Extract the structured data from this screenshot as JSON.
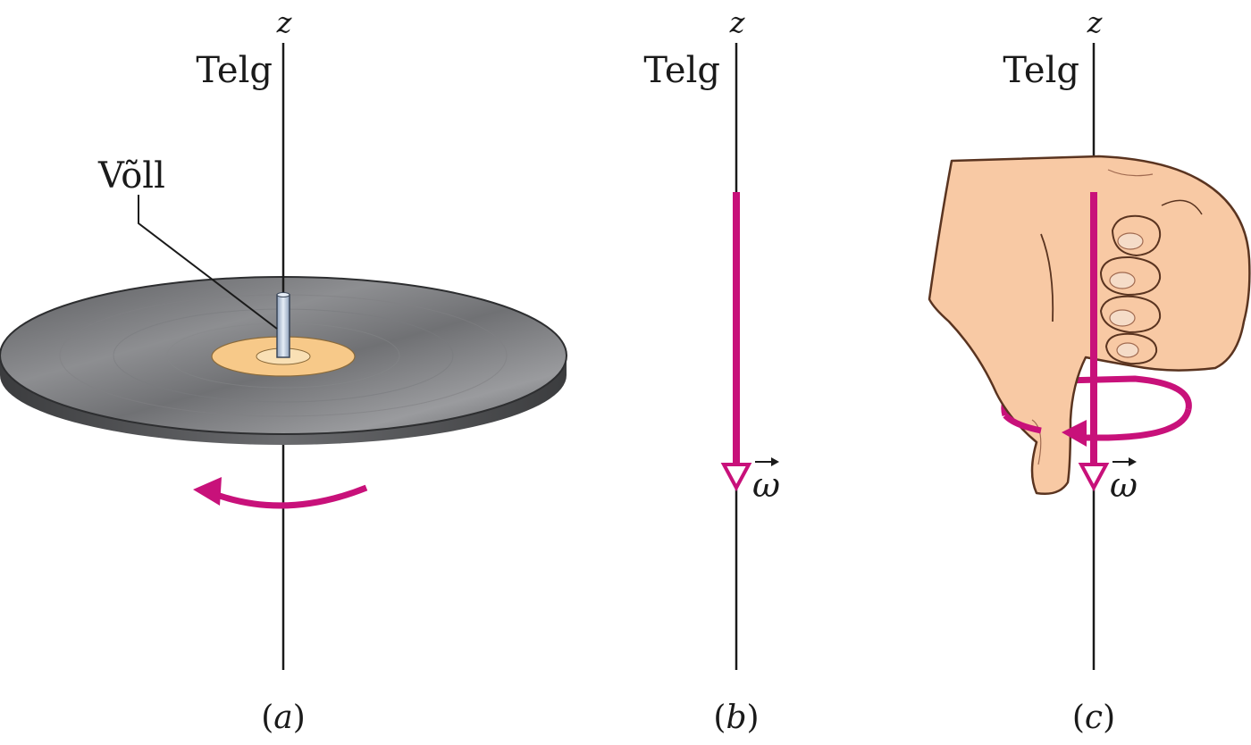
{
  "panels": [
    {
      "id": "a",
      "axis_label": "z",
      "axis_name": "Telg",
      "callout_label": "Võll",
      "caption_letter": "a"
    },
    {
      "id": "b",
      "axis_label": "z",
      "axis_name": "Telg",
      "vector_label": "ω",
      "caption_letter": "b"
    },
    {
      "id": "c",
      "axis_label": "z",
      "axis_name": "Telg",
      "vector_label": "ω",
      "caption_letter": "c"
    }
  ],
  "caption_open": "(",
  "caption_close": ")",
  "colors": {
    "vector": "#c8117a",
    "axis": "#1a1a1a",
    "disc": "#6e6f72",
    "label_ring": "#f7c989",
    "skin": "#f8c9a4",
    "spindle": "#c7d3e4"
  }
}
